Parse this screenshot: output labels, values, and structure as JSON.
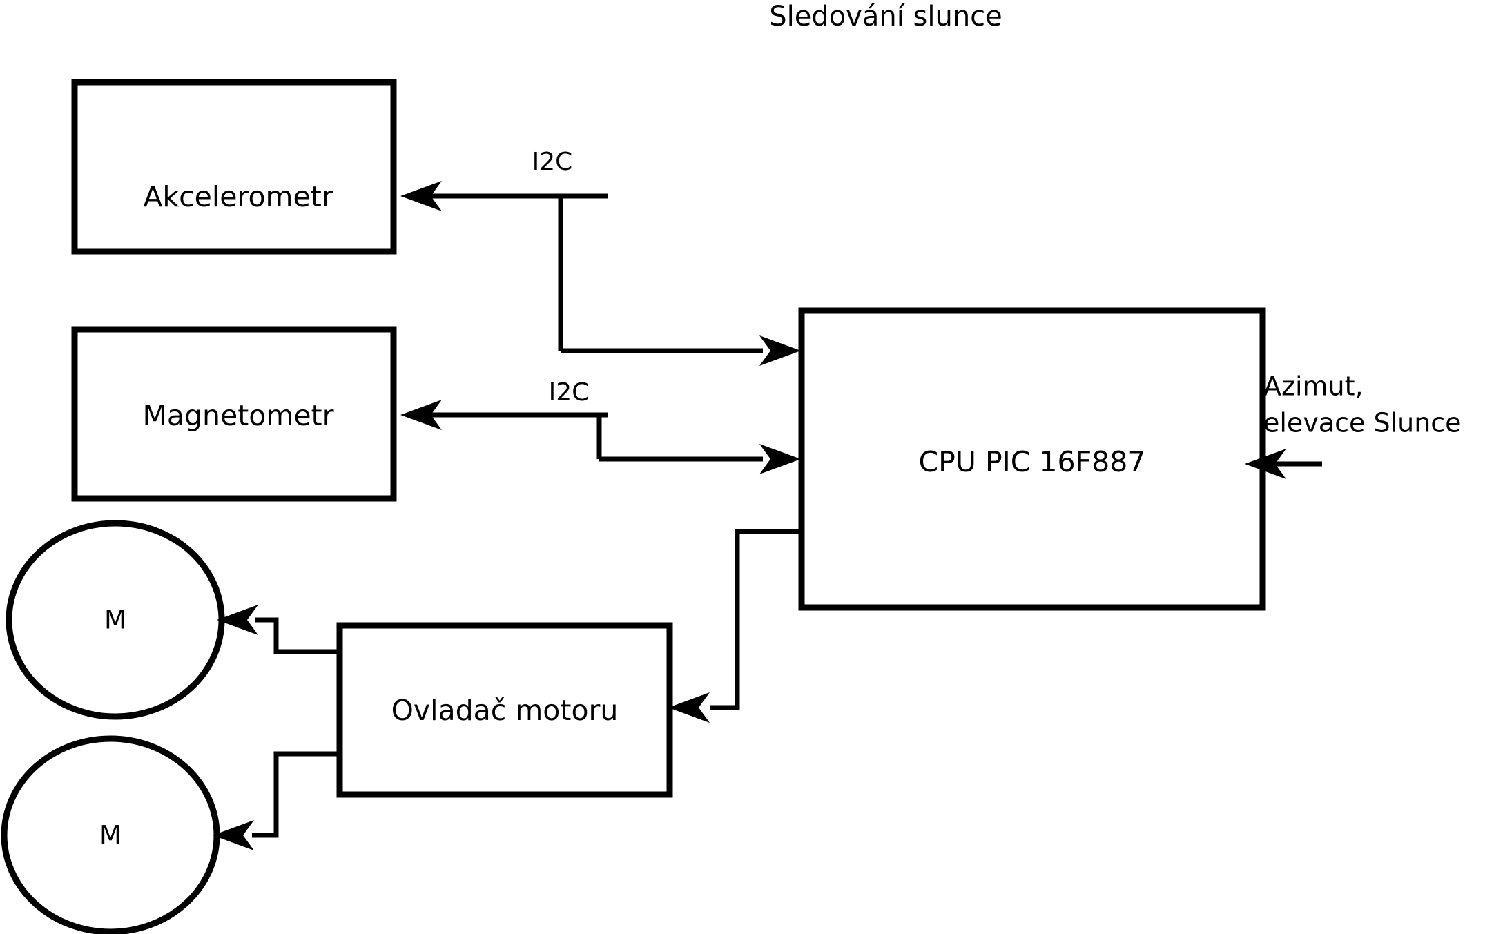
{
  "diagram": {
    "title": "Sledování slunce",
    "background_color": "#ffffff",
    "line_color": "#000000",
    "nodes": {
      "accelerometer": {
        "label": "Akcelerometr",
        "shape": "rectangle"
      },
      "magnetometer": {
        "label": "Magnetometr",
        "shape": "rectangle"
      },
      "cpu": {
        "label": "CPU PIC 16F887",
        "shape": "rectangle"
      },
      "motor_driver": {
        "label": "Ovladač motoru",
        "shape": "rectangle"
      },
      "motor_top": {
        "label": "M",
        "shape": "ellipse"
      },
      "motor_bottom": {
        "label": "M",
        "shape": "ellipse"
      }
    },
    "edge_labels": {
      "i2c_accelerometer": "I2C",
      "i2c_magnetometer": "I2C"
    },
    "io_labels": {
      "sun_input_line1": "Azimut,",
      "sun_input_line2": "elevace Slunce"
    }
  }
}
